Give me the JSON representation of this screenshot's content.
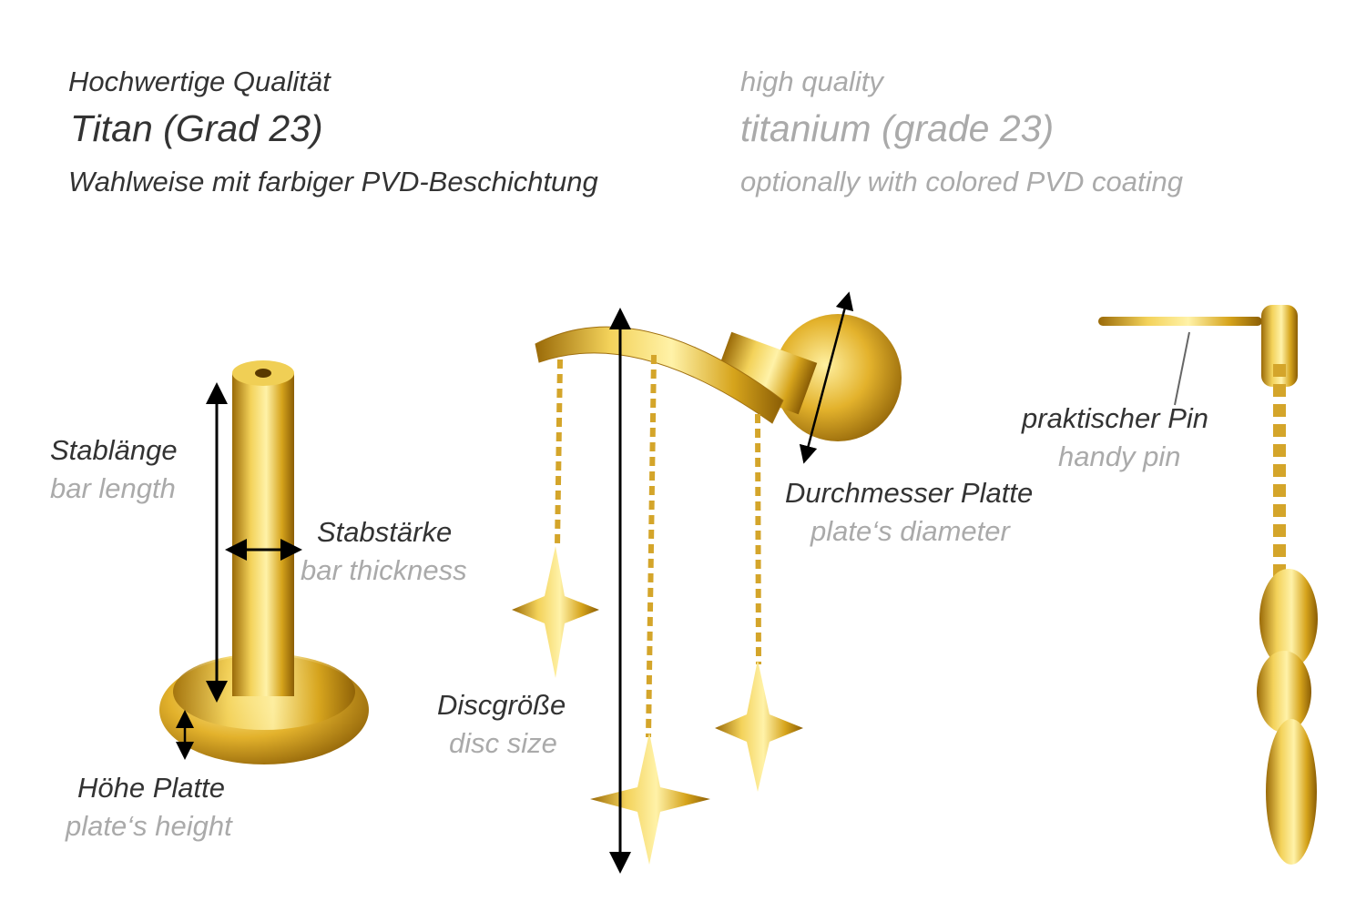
{
  "header": {
    "de": {
      "quality": "Hochwertige Qualität",
      "material": "Titan (Grad 23)",
      "coating": "Wahlweise mit farbiger PVD-Beschichtung"
    },
    "en": {
      "quality": "high quality",
      "material": "titanium (grade 23)",
      "coating": "optionally with colored PVD coating"
    }
  },
  "labels": {
    "bar_length": {
      "de": "Stablänge",
      "en": "bar length"
    },
    "bar_thickness": {
      "de": "Stabstärke",
      "en": "bar thickness"
    },
    "plate_height": {
      "de": "Höhe Platte",
      "en": "plate‘s height"
    },
    "disc_size": {
      "de": "Discgröße",
      "en": "disc size"
    },
    "plate_diameter": {
      "de": "Durchmesser Platte",
      "en": "plate‘s diameter"
    },
    "pin": {
      "de": "praktischer Pin",
      "en": "handy pin"
    }
  },
  "colors": {
    "text_dark": "#333333",
    "text_light": "#aaaaaa",
    "gold": "#d9a91c"
  }
}
